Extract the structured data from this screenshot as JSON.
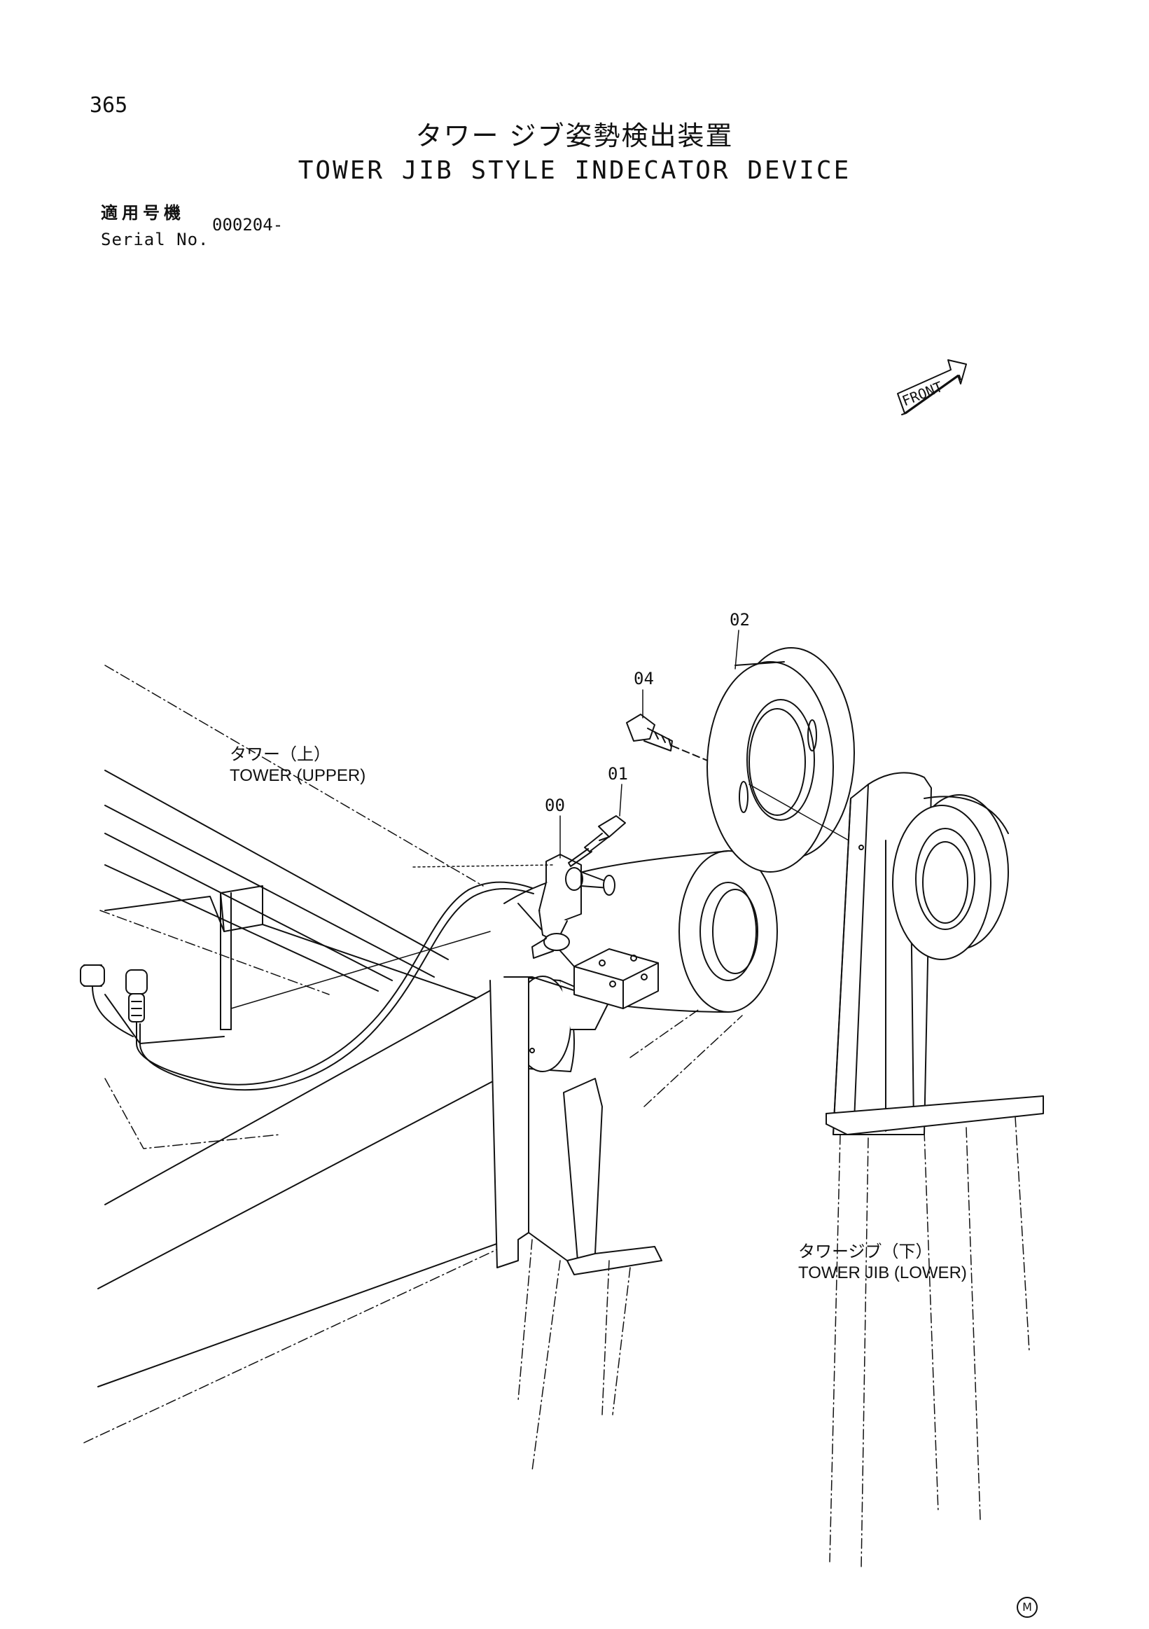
{
  "page_number": "365",
  "title_ja": "タワー ジブ姿勢検出装置",
  "title_en": "TOWER JIB STYLE INDECATOR DEVICE",
  "serial": {
    "label_ja": "適用号機",
    "label_en": "Serial No.",
    "value": "000204-"
  },
  "front_indicator": "FRONT",
  "callouts": [
    "00",
    "01",
    "02",
    "04"
  ],
  "labels": {
    "tower_upper_ja": "タワー（上）",
    "tower_upper_en": "TOWER (UPPER)",
    "tower_jib_lower_ja": "タワージブ（下）",
    "tower_jib_lower_en": "TOWER JIB (LOWER)"
  },
  "mfr_mark": "M"
}
